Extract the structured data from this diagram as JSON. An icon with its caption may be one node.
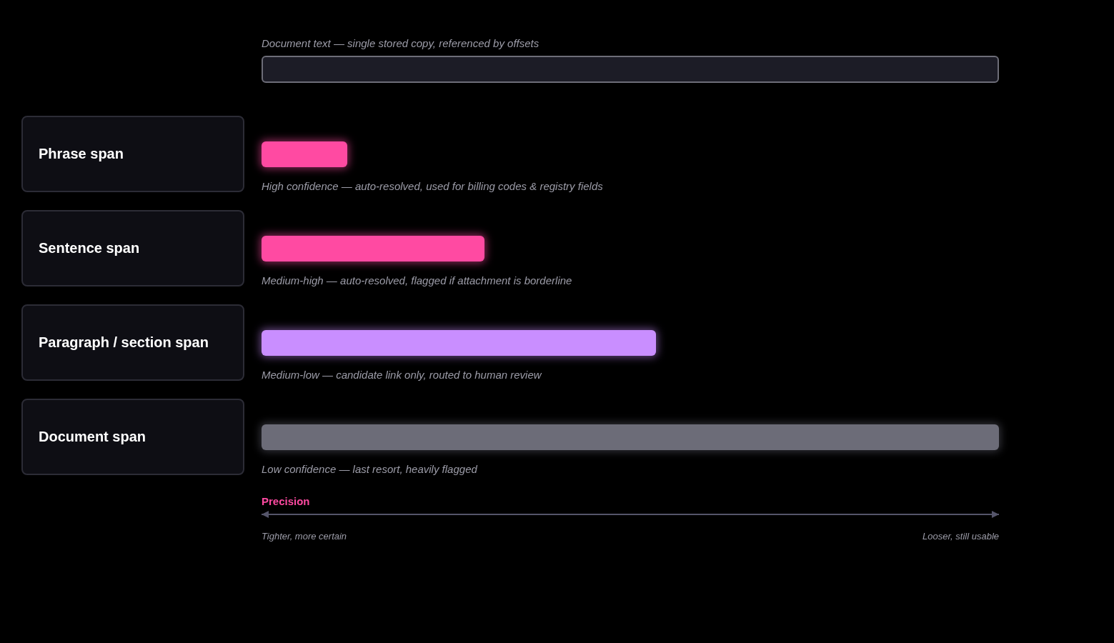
{
  "diagram": {
    "nodes": [
      {
        "text": [],
        "shape": "bar",
        "beside": [
          "Document text — single stored copy, referenced by offsets"
        ]
      },
      {
        "text": [
          "Phrase span"
        ]
      },
      {
        "text": [],
        "shape": "bar",
        "beside": [
          "High confidence — auto-resolved, used for billing codes & registry fields"
        ]
      },
      {
        "text": [
          "Sentence span"
        ]
      },
      {
        "text": [],
        "shape": "bar",
        "beside": [
          "Medium-high — auto-resolved, flagged if attachment is borderline"
        ]
      },
      {
        "text": [
          "Paragraph / section span"
        ]
      },
      {
        "text": [],
        "shape": "bar",
        "beside": [
          "Medium-low — candidate link only, routed to human review"
        ]
      },
      {
        "text": [
          "Document span"
        ]
      },
      {
        "text": [],
        "shape": "bar",
        "beside": [
          "Low confidence — last resort, heavily flagged"
        ]
      }
    ],
    "labels": [
      "Precision",
      "Tighter, more certain",
      "Looser, still usable"
    ]
  }
}
